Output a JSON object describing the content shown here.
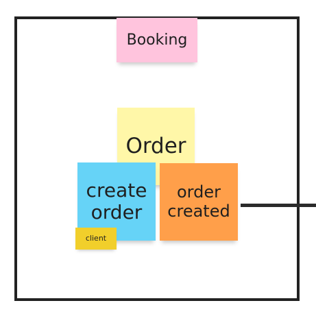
{
  "diagram": {
    "stickies": {
      "booking": {
        "label": "Booking",
        "color": "#FFC4DD"
      },
      "order": {
        "label": "Order",
        "color": "#FFF7A8"
      },
      "create_order": {
        "label": "create\norder",
        "color": "#66D3F7"
      },
      "order_created": {
        "label": "order\ncreated",
        "color": "#FF9F4A"
      },
      "client": {
        "label": "client",
        "color": "#F1CF2B"
      }
    }
  }
}
